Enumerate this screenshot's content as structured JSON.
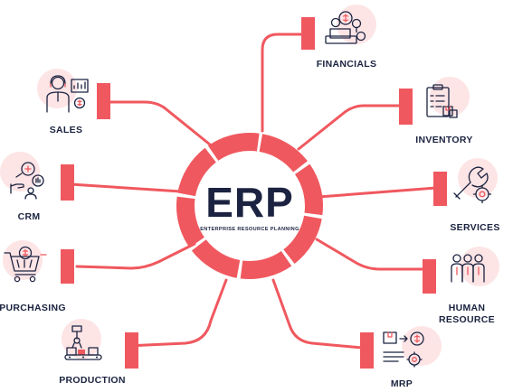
{
  "center": {
    "title": "ERP",
    "subtitle": "ENTERPRISE RESOURCE PLANNING"
  },
  "modules": [
    {
      "id": "financials",
      "label": "FINANCIALS",
      "icon": "financials-icon"
    },
    {
      "id": "inventory",
      "label": "INVENTORY",
      "icon": "inventory-icon"
    },
    {
      "id": "services",
      "label": "SERVICES",
      "icon": "services-icon"
    },
    {
      "id": "human-resource",
      "label_lines": [
        "HUMAN",
        "RESOURCE"
      ],
      "icon": "human-resource-icon"
    },
    {
      "id": "mrp",
      "label": "MRP",
      "icon": "mrp-icon"
    },
    {
      "id": "production",
      "label": "PRODUCTION",
      "icon": "production-icon"
    },
    {
      "id": "purchasing",
      "label": "PURCHASING",
      "icon": "purchasing-icon"
    },
    {
      "id": "crm",
      "label": "CRM",
      "icon": "crm-icon"
    },
    {
      "id": "sales",
      "label": "SALES",
      "icon": "sales-icon"
    }
  ],
  "colors": {
    "accent": "#f0585f",
    "accent_light": "#fde4e5",
    "text": "#1b2340"
  }
}
